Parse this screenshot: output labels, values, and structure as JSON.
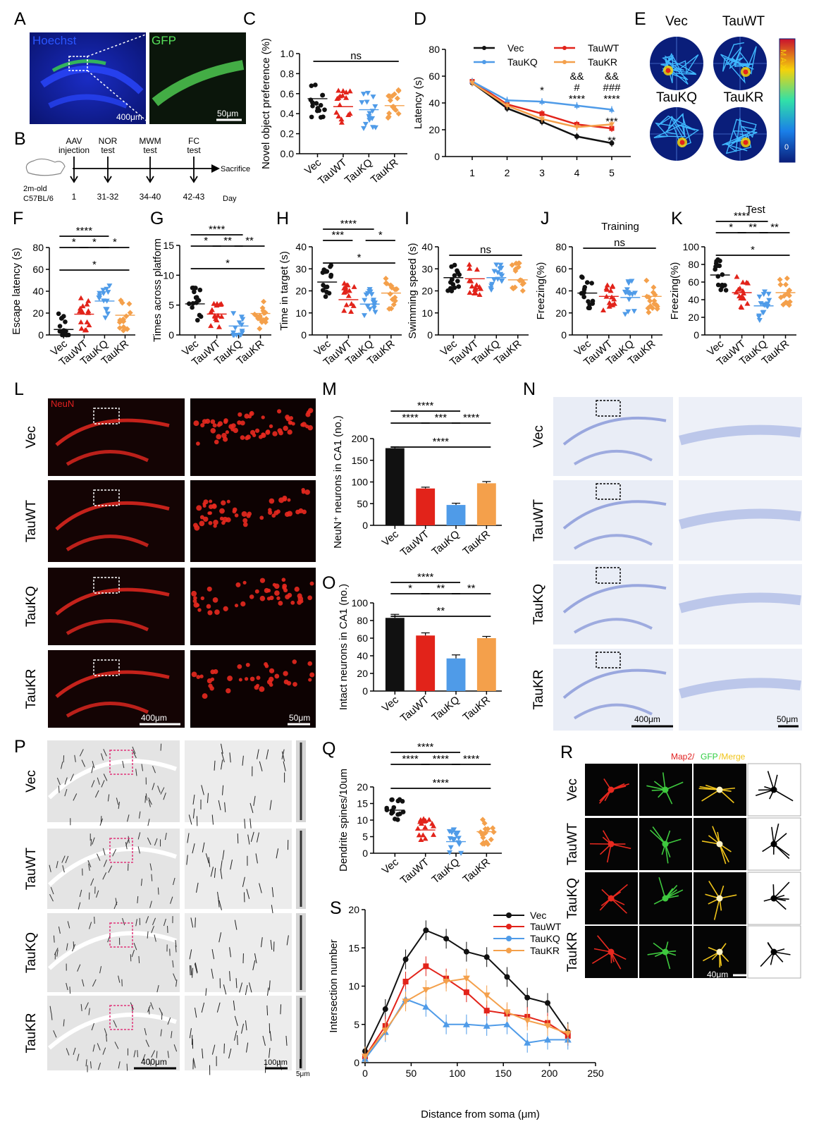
{
  "panels": {
    "A": {
      "letter": "A",
      "stain1": "Hoechst",
      "stain2": "GFP",
      "scale1": "400μm",
      "scale2": "50μm"
    },
    "B": {
      "letter": "B",
      "events": [
        {
          "label1": "AAV",
          "label2": "injection",
          "day": "1"
        },
        {
          "label1": "NOR",
          "label2": "test",
          "day": "31-32"
        },
        {
          "label1": "MWM",
          "label2": "test",
          "day": "34-40"
        },
        {
          "label1": "FC",
          "label2": "test",
          "day": "42-43"
        }
      ],
      "end": "Sacrifice",
      "mouse1": "2m-old",
      "mouse2": "C57BL/6",
      "day_label": "Day"
    },
    "E": {
      "letter": "E",
      "labels": [
        "Vec",
        "TauWT",
        "TauKQ",
        "TauKR"
      ],
      "scale_top": "M A X",
      "scale_bottom": "0"
    },
    "L": {
      "letter": "L",
      "stain": "NeuN",
      "rows": [
        "Vec",
        "TauWT",
        "TauKQ",
        "TauKR"
      ],
      "scale1": "400μm",
      "scale2": "50μm"
    },
    "N": {
      "letter": "N",
      "rows": [
        "Vec",
        "TauWT",
        "TauKQ",
        "TauKR"
      ],
      "scale1": "400μm",
      "scale2": "50μm"
    },
    "P": {
      "letter": "P",
      "rows": [
        "Vec",
        "TauWT",
        "TauKQ",
        "TauKR"
      ],
      "scale1": "400μm",
      "scale2": "100μm",
      "scale3": "5μm"
    },
    "R": {
      "letter": "R",
      "stain_a": "Map2/",
      "stain_b": "GFP",
      "stain_c": "/Merge",
      "rows": [
        "Vec",
        "TauWT",
        "TauKQ",
        "TauKR"
      ],
      "scale": "40μm"
    }
  },
  "colors": {
    "Vec": "#111111",
    "TauWT": "#e2231a",
    "TauKQ": "#4f9be8",
    "TauKR": "#f4a04b"
  },
  "groups": [
    "Vec",
    "TauWT",
    "TauKQ",
    "TauKR"
  ],
  "chart_data": [
    {
      "id": "C",
      "letter": "C",
      "type": "scatter",
      "ylabel": "Novel object preference (%)",
      "ylim": [
        0,
        1.0
      ],
      "yticks": [
        "0.0",
        "0.2",
        "0.4",
        "0.6",
        "0.8",
        "1.0"
      ],
      "categories": [
        "Vec",
        "TauWT",
        "TauKQ",
        "TauKR"
      ],
      "means": [
        0.55,
        0.47,
        0.44,
        0.48
      ],
      "sig": [
        {
          "a": 0,
          "b": 3,
          "text": "ns"
        }
      ]
    },
    {
      "id": "D",
      "letter": "D",
      "type": "line",
      "ylabel": "Latency (s)",
      "ylim": [
        0,
        80
      ],
      "yticks": [
        "0",
        "20",
        "40",
        "60",
        "80"
      ],
      "x": [
        1,
        2,
        3,
        4,
        5
      ],
      "series": [
        {
          "name": "Vec",
          "values": [
            55,
            36,
            26,
            15,
            10
          ]
        },
        {
          "name": "TauWT",
          "values": [
            56,
            39,
            32,
            24,
            21
          ]
        },
        {
          "name": "TauKQ",
          "values": [
            56,
            42,
            41,
            38,
            35
          ]
        },
        {
          "name": "TauKR",
          "values": [
            55,
            38,
            28,
            22,
            24
          ]
        }
      ],
      "annotations": [
        {
          "x": 3,
          "lines": [
            "*"
          ]
        },
        {
          "x": 4,
          "lines": [
            "&&",
            "#",
            "****"
          ]
        },
        {
          "x": 5,
          "lines": [
            "&&",
            "###",
            "****"
          ]
        },
        {
          "x": 5,
          "lines": [
            "***"
          ],
          "low": true
        },
        {
          "x": 5,
          "lines": [
            "**"
          ],
          "lower": true
        }
      ]
    },
    {
      "id": "F",
      "letter": "F",
      "type": "scatter",
      "ylabel": "Escape latency (s)",
      "ylim": [
        0,
        80
      ],
      "yticks": [
        "0",
        "20",
        "40",
        "60",
        "80"
      ],
      "categories": [
        "Vec",
        "TauWT",
        "TauKQ",
        "TauKR"
      ],
      "means": [
        5,
        19,
        31,
        18
      ],
      "sig": [
        {
          "a": 0,
          "b": 2,
          "text": "****"
        },
        {
          "a": 0,
          "b": 1,
          "text": "*"
        },
        {
          "a": 1,
          "b": 2,
          "text": "*"
        },
        {
          "a": 2,
          "b": 3,
          "text": "*"
        },
        {
          "a": 0,
          "b": 3,
          "text": "*"
        }
      ]
    },
    {
      "id": "G",
      "letter": "G",
      "type": "scatter",
      "ylabel": "Times across platform",
      "ylim": [
        0,
        15
      ],
      "yticks": [
        "0",
        "5",
        "10",
        "15"
      ],
      "categories": [
        "Vec",
        "TauWT",
        "TauKQ",
        "TauKR"
      ],
      "means": [
        5.2,
        3.5,
        1.5,
        3.6
      ],
      "sig": [
        {
          "a": 0,
          "b": 2,
          "text": "****"
        },
        {
          "a": 0,
          "b": 1,
          "text": "*"
        },
        {
          "a": 1,
          "b": 2,
          "text": "**"
        },
        {
          "a": 2,
          "b": 3,
          "text": "**"
        },
        {
          "a": 0,
          "b": 3,
          "text": "*"
        }
      ]
    },
    {
      "id": "H",
      "letter": "H",
      "type": "scatter",
      "ylabel": "Time in target (s)",
      "ylim": [
        0,
        40
      ],
      "yticks": [
        "0",
        "10",
        "20",
        "30",
        "40"
      ],
      "categories": [
        "Vec",
        "TauWT",
        "TauKQ",
        "TauKR"
      ],
      "means": [
        24,
        16,
        14,
        19
      ],
      "sig": [
        {
          "a": 0,
          "b": 2,
          "text": "****"
        },
        {
          "a": 0,
          "b": 1,
          "text": "***"
        },
        {
          "a": 2,
          "b": 3,
          "text": "*"
        },
        {
          "a": 0,
          "b": 3,
          "text": "*"
        }
      ]
    },
    {
      "id": "I",
      "letter": "I",
      "type": "scatter",
      "ylabel": "Swimming speed (s)",
      "ylim": [
        0,
        40
      ],
      "yticks": [
        "0",
        "10",
        "20",
        "30",
        "40"
      ],
      "categories": [
        "Vec",
        "TauWT",
        "TauKQ",
        "TauKR"
      ],
      "means": [
        26,
        25.5,
        26,
        25
      ],
      "sig": [
        {
          "a": 0,
          "b": 3,
          "text": "ns"
        }
      ]
    },
    {
      "id": "J",
      "letter": "J",
      "type": "scatter",
      "title": "Training",
      "ylabel": "Freezing(%)",
      "ylim": [
        0,
        80
      ],
      "yticks": [
        "0",
        "20",
        "40",
        "60",
        "80"
      ],
      "categories": [
        "Vec",
        "TauWT",
        "TauKQ",
        "TauKR"
      ],
      "means": [
        38,
        35,
        34,
        35
      ],
      "sig": [
        {
          "a": 0,
          "b": 3,
          "text": "ns"
        }
      ]
    },
    {
      "id": "K",
      "letter": "K",
      "type": "scatter",
      "title": "Test",
      "ylabel": "Freezing(%)",
      "ylim": [
        0,
        100
      ],
      "yticks": [
        "0",
        "20",
        "40",
        "60",
        "80",
        "100"
      ],
      "categories": [
        "Vec",
        "TauWT",
        "TauKQ",
        "TauKR"
      ],
      "means": [
        68,
        48,
        33,
        48
      ],
      "sig": [
        {
          "a": 0,
          "b": 2,
          "text": "****"
        },
        {
          "a": 0,
          "b": 1,
          "text": "*"
        },
        {
          "a": 1,
          "b": 2,
          "text": "**"
        },
        {
          "a": 2,
          "b": 3,
          "text": "**"
        },
        {
          "a": 0,
          "b": 3,
          "text": "*"
        }
      ]
    },
    {
      "id": "M",
      "letter": "M",
      "type": "bar",
      "ylabel": "NeuN⁺ neurons in CA1 (no.)",
      "ylim": [
        0,
        200
      ],
      "yticks": [
        "0",
        "50",
        "100",
        "150",
        "200"
      ],
      "categories": [
        "Vec",
        "TauWT",
        "TauKQ",
        "TauKR"
      ],
      "values": [
        178,
        85,
        47,
        97
      ],
      "errors": [
        3,
        3,
        4,
        4
      ],
      "sig": [
        {
          "a": 0,
          "b": 2,
          "text": "****"
        },
        {
          "a": 0,
          "b": 1,
          "text": "****"
        },
        {
          "a": 1,
          "b": 2,
          "text": "***"
        },
        {
          "a": 2,
          "b": 3,
          "text": "****"
        },
        {
          "a": 0,
          "b": 3,
          "text": "****"
        }
      ]
    },
    {
      "id": "O",
      "letter": "O",
      "type": "bar",
      "ylabel": "Intact neurons in CA1 (no.)",
      "ylim": [
        0,
        100
      ],
      "yticks": [
        "0",
        "20",
        "40",
        "60",
        "80",
        "100"
      ],
      "categories": [
        "Vec",
        "TauWT",
        "TauKQ",
        "TauKR"
      ],
      "values": [
        83,
        63,
        37,
        60
      ],
      "errors": [
        4,
        3,
        4,
        2
      ],
      "sig": [
        {
          "a": 0,
          "b": 2,
          "text": "****"
        },
        {
          "a": 0,
          "b": 1,
          "text": "*"
        },
        {
          "a": 1,
          "b": 2,
          "text": "**"
        },
        {
          "a": 2,
          "b": 3,
          "text": "**"
        },
        {
          "a": 0,
          "b": 3,
          "text": "**"
        }
      ]
    },
    {
      "id": "Q",
      "letter": "Q",
      "type": "scatter",
      "ylabel": "Dendrite spines/10um",
      "ylim": [
        0,
        20
      ],
      "yticks": [
        "0",
        "5",
        "10",
        "15",
        "20"
      ],
      "categories": [
        "Vec",
        "TauWT",
        "TauKQ",
        "TauKR"
      ],
      "means": [
        13,
        7,
        3.5,
        6.5
      ],
      "sig": [
        {
          "a": 0,
          "b": 2,
          "text": "****"
        },
        {
          "a": 0,
          "b": 1,
          "text": "****"
        },
        {
          "a": 1,
          "b": 2,
          "text": "****"
        },
        {
          "a": 2,
          "b": 3,
          "text": "****"
        },
        {
          "a": 0,
          "b": 3,
          "text": "****"
        }
      ]
    },
    {
      "id": "S",
      "letter": "S",
      "type": "line",
      "xlabel": "Distance from soma (μm)",
      "ylabel": "Intersection number",
      "xlim": [
        0,
        250
      ],
      "ylim": [
        0,
        20
      ],
      "xticks": [
        "0",
        "50",
        "100",
        "150",
        "200",
        "250"
      ],
      "yticks": [
        "0",
        "5",
        "10",
        "15",
        "20"
      ],
      "x": [
        0,
        22,
        44,
        66,
        88,
        110,
        132,
        154,
        176,
        198,
        220
      ],
      "series": [
        {
          "name": "Vec",
          "values": [
            1.5,
            7.0,
            13.5,
            17.3,
            16.2,
            14.5,
            13.8,
            11.2,
            8.5,
            7.8,
            4.0
          ]
        },
        {
          "name": "TauWT",
          "values": [
            0.8,
            4.8,
            10.6,
            12.6,
            11.0,
            9.2,
            6.8,
            6.4,
            6.0,
            5.2,
            3.5
          ]
        },
        {
          "name": "TauKQ",
          "values": [
            0.5,
            4.0,
            8.3,
            7.3,
            5.0,
            5.0,
            4.8,
            5.0,
            2.6,
            3.0,
            3.0
          ]
        },
        {
          "name": "TauKR",
          "values": [
            0.8,
            4.2,
            8.0,
            9.5,
            10.6,
            11.0,
            8.8,
            6.6,
            5.5,
            4.8,
            3.8
          ]
        }
      ]
    }
  ]
}
